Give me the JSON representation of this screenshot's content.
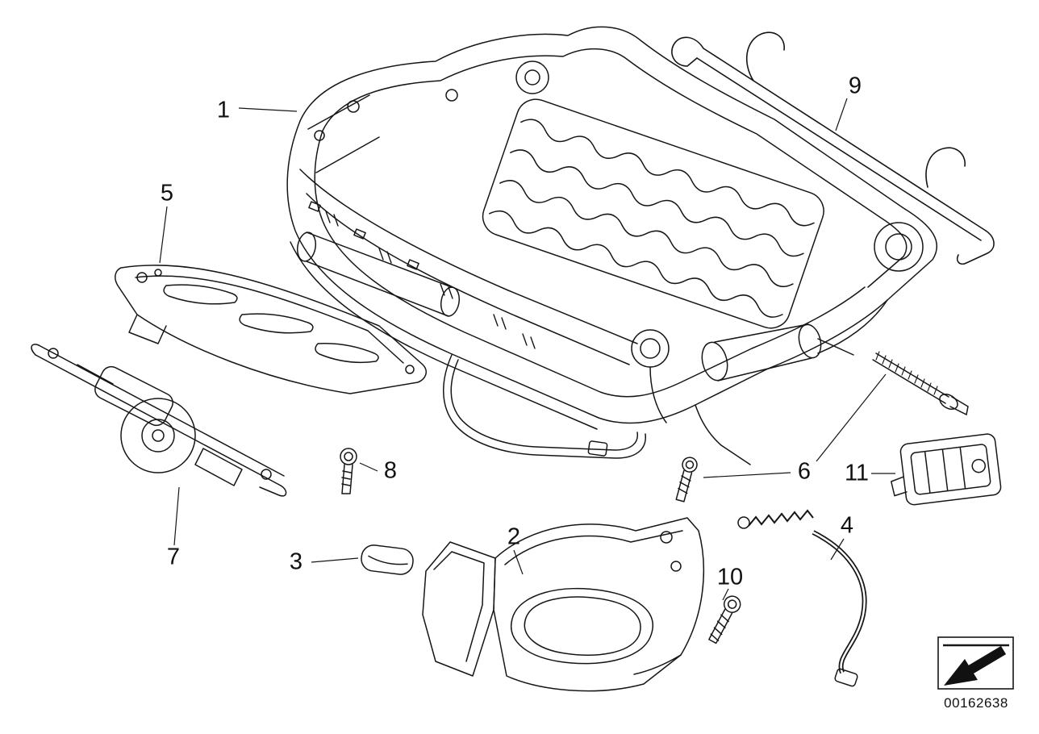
{
  "callouts": [
    {
      "label": "1"
    },
    {
      "label": "2"
    },
    {
      "label": "3"
    },
    {
      "label": "4"
    },
    {
      "label": "5"
    },
    {
      "label": "6"
    },
    {
      "label": "7"
    },
    {
      "label": "8"
    },
    {
      "label": "9"
    },
    {
      "label": "10"
    },
    {
      "label": "11"
    }
  ],
  "stamp": {
    "part_number": "00162638",
    "icon": "direction-arrow-down-left-icon"
  }
}
